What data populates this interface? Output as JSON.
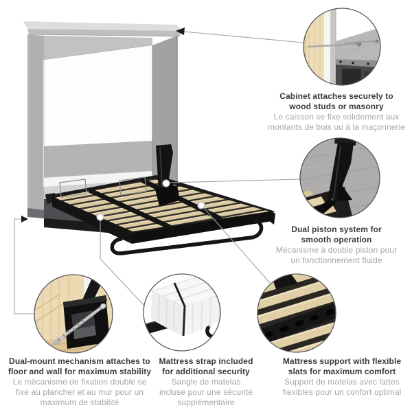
{
  "page": {
    "background": "#ffffff",
    "kind": "product-feature-diagram",
    "subject": "wall bed (murphy bed) with cabinet, fold-down slat frame and five feature callouts"
  },
  "palette": {
    "leader_line": "#a3a3a3",
    "arrowhead": "#1a1a1a",
    "title_text": "#3b3b3b",
    "subtitle_text": "#a6a6a6",
    "cabinet_gray": "#b5b4b2",
    "slat_wood": "#dccaa2",
    "frame_black": "#161616",
    "detail_circle_border": "#57575a"
  },
  "callouts": [
    {
      "id": "cabinet-attachment",
      "title_lines": [
        "Cabinet attaches securely to",
        "wood studs or masonry"
      ],
      "subtitle_lines": [
        "Le caisson se fixe solidement aux",
        "montants de bois ou à la maçonnerie"
      ]
    },
    {
      "id": "dual-piston",
      "title_lines": [
        "Dual piston system for",
        "smooth operation"
      ],
      "subtitle_lines": [
        "Mécanisme à double piston pour",
        "un fonctionnement fluide"
      ]
    },
    {
      "id": "dual-mount",
      "title_lines": [
        "Dual-mount mechanism attaches to",
        "floor and wall for maximum stability"
      ],
      "subtitle_lines": [
        "Le mécanisme de fixation double se",
        "fixe au plancher et au mur pour un",
        "maximum de stabilité"
      ]
    },
    {
      "id": "mattress-strap",
      "title_lines": [
        "Mattress strap included",
        "for additional security"
      ],
      "subtitle_lines": [
        "Sangle de matelas",
        "incluse pour une sécurité",
        "supplémentaire"
      ]
    },
    {
      "id": "flexible-slats",
      "title_lines": [
        "Mattress support with flexible",
        "slats for maximum comfort"
      ],
      "subtitle_lines": [
        "Support de matelas avec lattes",
        "flexibles pour un confort optimal"
      ]
    }
  ]
}
